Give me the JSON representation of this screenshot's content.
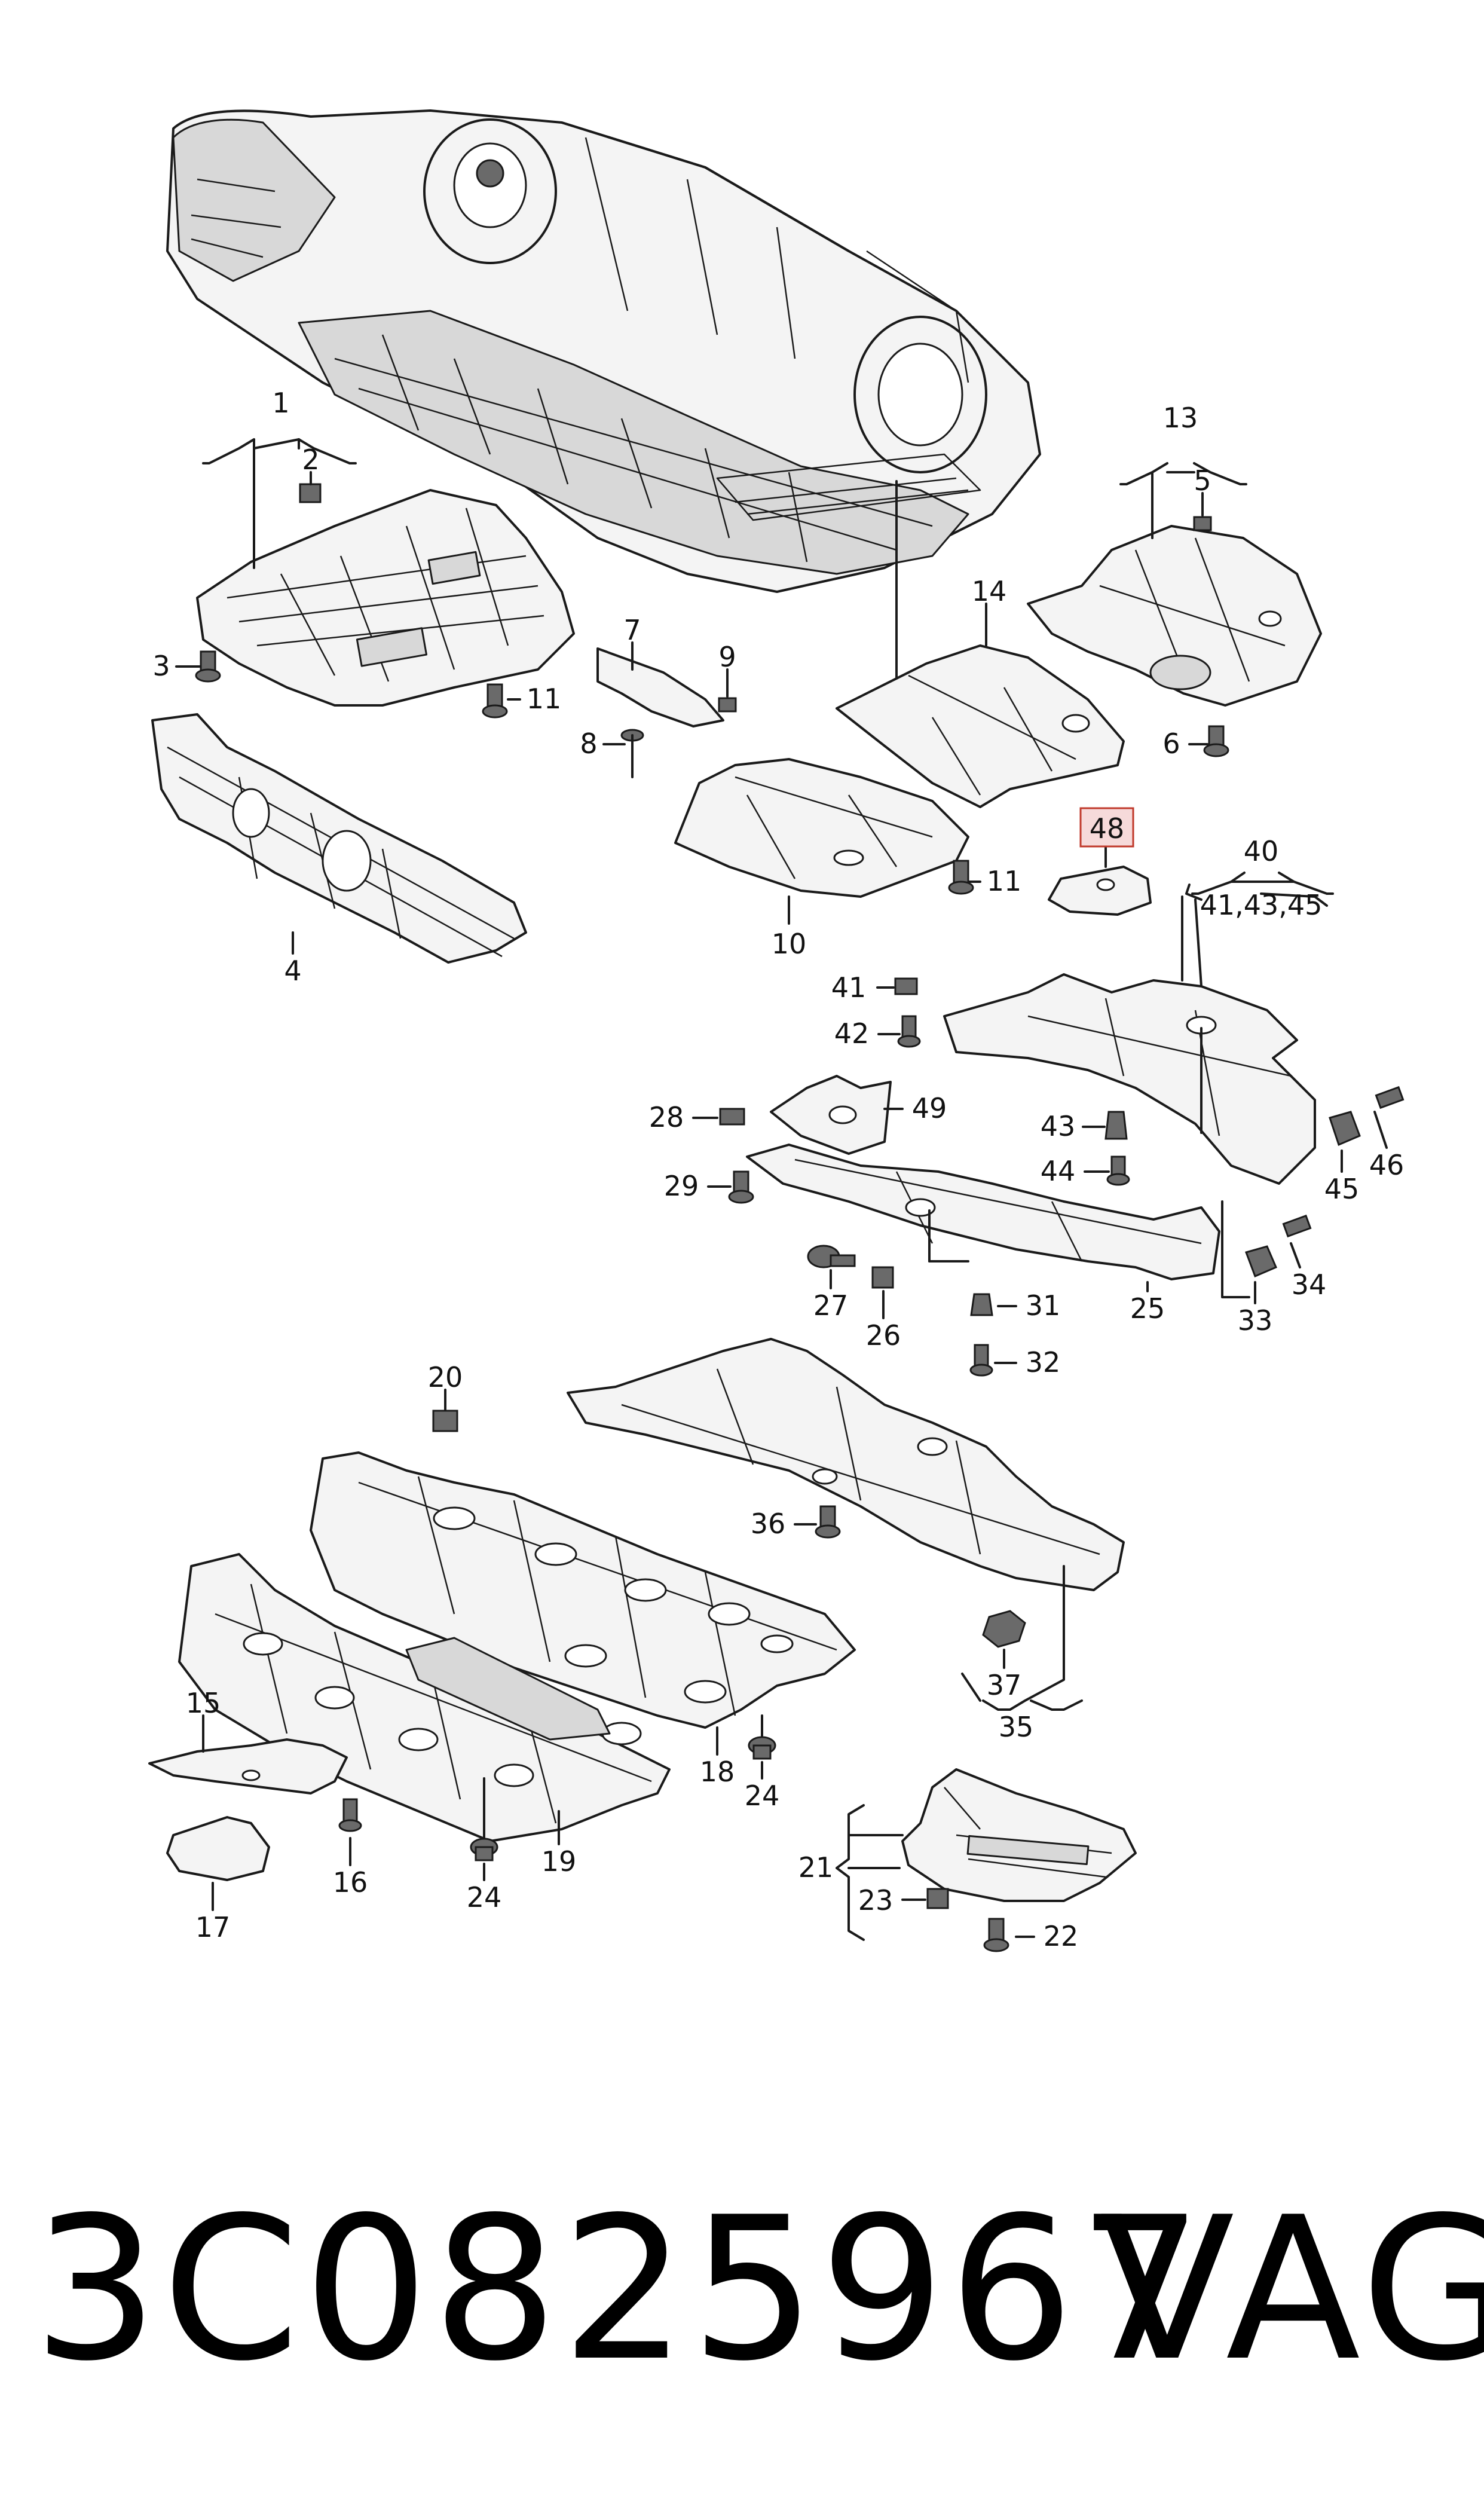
{
  "callouts": {
    "c1": "1",
    "c2": "2",
    "c3": "3",
    "c4": "4",
    "c5": "5",
    "c6": "6",
    "c7": "7",
    "c8": "8",
    "c9": "9",
    "c10": "10",
    "c11a": "11",
    "c11b": "11",
    "c13": "13",
    "c14": "14",
    "c15": "15",
    "c16": "16",
    "c17": "17",
    "c18": "18",
    "c19": "19",
    "c20": "20",
    "c21": "21",
    "c22": "22",
    "c23": "23",
    "c24a": "24",
    "c24b": "24",
    "c25": "25",
    "c26": "26",
    "c27": "27",
    "c28": "28",
    "c29": "29",
    "c31": "31",
    "c32": "32",
    "c33": "33",
    "c34": "34",
    "c35": "35",
    "c36": "36",
    "c37": "37",
    "c40": "40",
    "c40sub": "41,43,45",
    "c41": "41",
    "c42": "42",
    "c43": "43",
    "c44": "44",
    "c45": "45",
    "c46": "46",
    "c48": "48",
    "c49": "49"
  },
  "highlight": {
    "callout": "48",
    "color": "#c0392b",
    "fill": "#f6dada"
  },
  "footer": {
    "part_number": "3C0825967",
    "brand": "VAG"
  }
}
